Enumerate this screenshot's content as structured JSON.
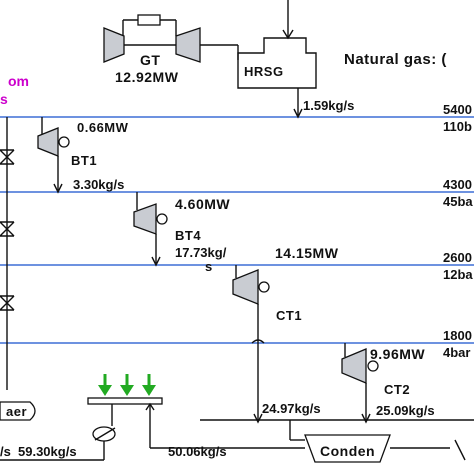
{
  "header": {
    "natural_gas_label": "Natural gas:  ("
  },
  "gas_turbine": {
    "label": "GT",
    "power": "12.92MW"
  },
  "hrsg": {
    "label": "HRSG"
  },
  "source": {
    "line1": "om",
    "line2": "s"
  },
  "headers": {
    "h1": {
      "temp": "5400",
      "pressure": "110b"
    },
    "h2": {
      "temp": "4300",
      "pressure": "45ba"
    },
    "h3": {
      "temp": "2600",
      "pressure": "12ba"
    },
    "h4": {
      "temp": "1800",
      "pressure": "4bar"
    }
  },
  "turbines": {
    "bt1": {
      "label": "BT1",
      "power": "0.66MW",
      "flow": "3.30kg/s"
    },
    "bt4": {
      "label": "BT4",
      "power": "4.60MW",
      "flow_a": "17.73kg/",
      "flow_b": "s"
    },
    "ct1": {
      "label": "CT1",
      "power": "14.15MW"
    },
    "ct2": {
      "label": "CT2",
      "power": "9.96MW",
      "flow": "25.09kg/s"
    }
  },
  "flows": {
    "hrsg_out": "1.59kg/s",
    "mid": "24.97kg/s",
    "bottom_left": "59.30kg/s",
    "bottom_left_prefix": "/s",
    "bottom_mid": "50.06kg/s"
  },
  "deaerator": {
    "label": "aer"
  },
  "condenser": {
    "label": "Conden"
  }
}
